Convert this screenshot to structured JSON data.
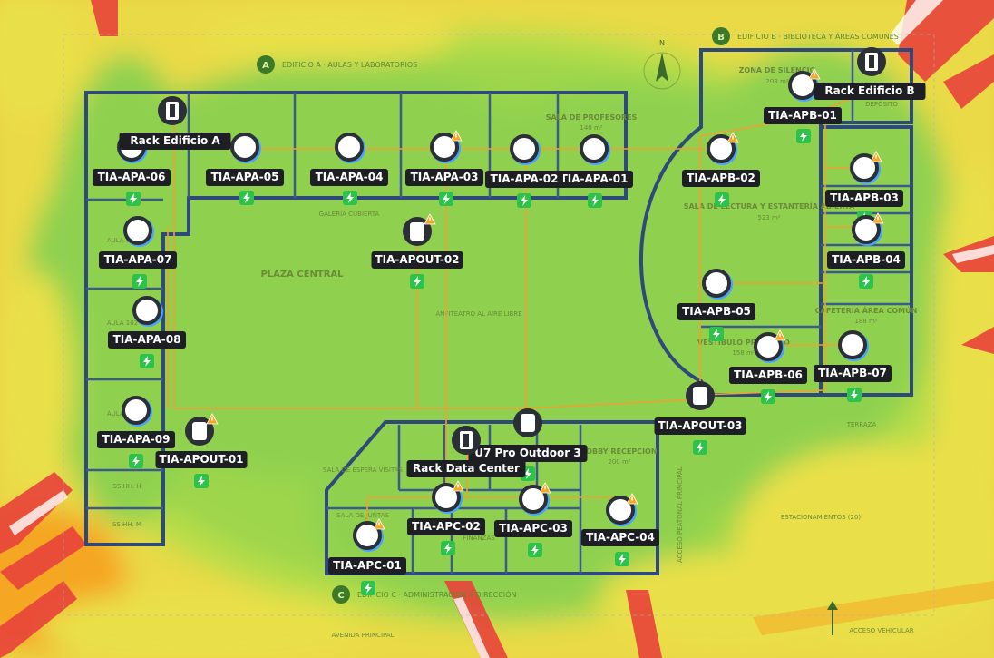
{
  "map": {
    "north_label": "N",
    "buildings": [
      {
        "badge": "A",
        "label": "EDIFICIO A · AULAS Y LABORATORIOS"
      },
      {
        "badge": "B",
        "label": "EDIFICIO B · BIBLIOTECA Y ÁREAS COMUNES"
      },
      {
        "badge": "C",
        "label": "EDIFICIO C · ADMINISTRACIÓN Y DIRECCIÓN"
      }
    ],
    "rooms": {
      "zona_silencio": "ZONA DE SILENCIO",
      "zona_silencio_area": "208 m²",
      "sala_profesores": "SALA DE PROFESORES",
      "sala_profesores_area": "140 m²",
      "sala_lectura": "SALA DE LECTURA Y ESTANTERÍA ABIERTA",
      "sala_lectura_area": "523 m²",
      "cafeteria": "CAFETERÍA ÁREA COMÚN",
      "cafeteria_area": "188 m²",
      "vestibulo": "VESTÍBULO PRÉSTAMO",
      "vestibulo_area": "158 m²",
      "plaza_central": "PLAZA CENTRAL",
      "anfiteatro": "ANFITEATRO AL AIRE LIBRE",
      "galeria": "GALERÍA CUBIERTA",
      "aula101": "AULA 101",
      "aula102": "AULA 102",
      "aula103": "AULA 103",
      "ss_hh_h": "SS.HH. H",
      "ss_hh_m": "SS.HH. M",
      "lobby": "LOBBY RECEPCIÓN",
      "lobby_area": "200 m²",
      "sala_juntas": "SALA DE JUNTAS",
      "sala_espera": "SALA DE ESPERA VISITAS",
      "finanzas": "FINANZAS",
      "deposito": "DEPÓSITO",
      "terraza": "TERRAZA",
      "estacionamientos": "ESTACIONAMIENTOS (20)",
      "avenida": "AVENIDA PRINCIPAL",
      "acceso_peatonal": "ACCESO PEATONAL PRINCIPAL",
      "acceso_vehicular": "ACCESO VEHICULAR"
    }
  },
  "access_points": [
    {
      "name": "TIA-APA-01",
      "warn": false
    },
    {
      "name": "TIA-APA-02",
      "warn": false
    },
    {
      "name": "TIA-APA-03",
      "warn": true
    },
    {
      "name": "TIA-APA-04",
      "warn": false
    },
    {
      "name": "TIA-APA-05",
      "warn": false
    },
    {
      "name": "TIA-APA-06",
      "warn": false
    },
    {
      "name": "TIA-APA-07",
      "warn": false
    },
    {
      "name": "TIA-APA-08",
      "warn": false
    },
    {
      "name": "TIA-APA-09",
      "warn": false
    },
    {
      "name": "TIA-APB-01",
      "warn": true
    },
    {
      "name": "TIA-APB-02",
      "warn": true
    },
    {
      "name": "TIA-APB-03",
      "warn": true
    },
    {
      "name": "TIA-APB-04",
      "warn": true
    },
    {
      "name": "TIA-APB-05",
      "warn": false
    },
    {
      "name": "TIA-APB-06",
      "warn": true
    },
    {
      "name": "TIA-APB-07",
      "warn": false
    },
    {
      "name": "TIA-APC-01",
      "warn": true
    },
    {
      "name": "TIA-APC-02",
      "warn": true
    },
    {
      "name": "TIA-APC-03",
      "warn": true
    },
    {
      "name": "TIA-APC-04",
      "warn": true
    }
  ],
  "outdoor_aps": [
    {
      "name": "TIA-APOUT-01",
      "warn": true
    },
    {
      "name": "TIA-APOUT-02",
      "warn": true
    },
    {
      "name": "TIA-APOUT-03",
      "warn": false
    },
    {
      "name": "U7 Pro Outdoor 3",
      "warn": false
    }
  ],
  "racks": [
    {
      "name": "Rack Edificio A"
    },
    {
      "name": "Rack Edificio B"
    },
    {
      "name": "Rack Data Center"
    }
  ],
  "colors": {
    "signal_strong": "#8fd14f",
    "signal_medium": "#e9e04a",
    "signal_weak": "#f5a623",
    "signal_poor": "#e8433a",
    "wall": "#2f4a7a",
    "cable": "#f0a030",
    "label_bg": "#1d1f24",
    "poe_badge": "#2ec24a",
    "warning": "#f5a623",
    "ap_ring": "#4aa3ff"
  },
  "icons": {
    "ap": "access-point-icon",
    "rack": "rack-icon",
    "poe": "lightning-icon",
    "warning": "warning-triangle-icon",
    "compass": "north-arrow-icon"
  }
}
